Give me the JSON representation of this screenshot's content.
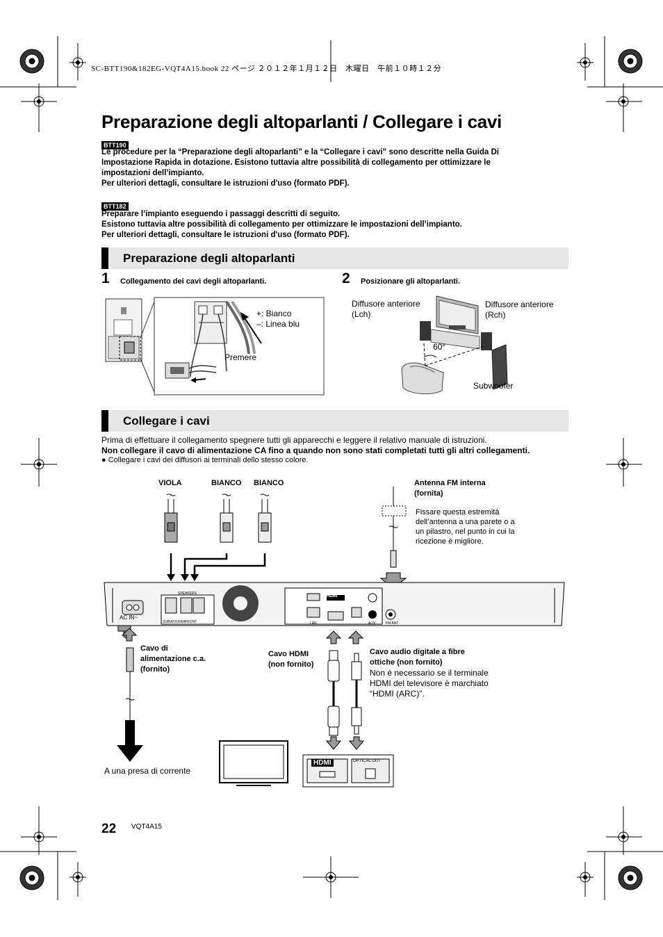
{
  "header": {
    "file_line": "SC-BTT190&182EG-VQT4A15.book  22 ページ  ２０１２年１月１２日　木曜日　午前１０時１２分"
  },
  "title": "Preparazione degli altoparlanti / Collegare i cavi",
  "btt190": {
    "badge": "BTT190",
    "lines": [
      "Le procedure per la “Preparazione degli altoparlanti” e la “Collegare i cavi” sono descritte nella Guida Di",
      "Impostazione Rapida in dotazione. Esistono tuttavia altre possibilità di collegamento per ottimizzare le",
      "impostazioni dell’impianto.",
      "Per ulteriori dettagli, consultare le istruzioni d'uso (formato PDF)."
    ]
  },
  "btt182": {
    "badge": "BTT182",
    "lines": [
      "Preparare l’impianto eseguendo i passaggi descritti di seguito.",
      "Esistono tuttavia altre possibilità di collegamento per ottimizzare le impostazioni dell’impianto.",
      "Per ulteriori dettagli, consultare le istruzioni d'uso (formato PDF)."
    ]
  },
  "section1": {
    "title": "Preparazione degli altoparlanti",
    "step1": {
      "num": "1",
      "text": "Collegamento dei cavi degli altoparlanti."
    },
    "step2": {
      "num": "2",
      "text": "Posizionare gli altoparlanti."
    },
    "diagram1": {
      "plus_label": "+: Bianco",
      "minus_label": "–: Linea blu",
      "press_label": "Premere"
    },
    "diagram2": {
      "front_left": [
        "Diffusore anteriore",
        "(Lch)"
      ],
      "front_right": [
        "Diffusore anteriore",
        "(Rch)"
      ],
      "angle": "60°",
      "subwoofer": "Subwoofer"
    }
  },
  "section2": {
    "title": "Collegare i cavi",
    "intro": "Prima di effettuare il collegamento spegnere tutti gli apparecchi e leggere il relativo manuale di istruzioni.",
    "warning": "Non collegare il cavo di alimentazione CA fino a quando non sono stati completati tutti gli altri collegamenti.",
    "bullet": "Collegare i cavi dei diffusori ai terminali dello stesso colore.",
    "diagram": {
      "viola": "VIOLA",
      "bianco1": "BIANCO",
      "bianco2": "BIANCO",
      "antenna_title": [
        "Antenna FM interna",
        "(fornita)"
      ],
      "antenna_note": [
        "Fissare questa estremità",
        "dell’antenna a una parete o a",
        "un pilastro, nel punto in cui la",
        "ricezione è migliore."
      ],
      "power_cable": [
        "Cavo di",
        "alimentazione c.a.",
        "(fornito)"
      ],
      "hdmi_cable": [
        "Cavo HDMI",
        "(non fornito)"
      ],
      "optical_cable": [
        "Cavo audio digitale a fibre",
        "ottiche (non fornito)"
      ],
      "optical_note": [
        "Non è necessario se il terminale",
        "HDMI del televisore è marchiato",
        "“HDMI (ARC)”."
      ],
      "outlet": "A una presa di corrente",
      "ac_in": "AC IN~",
      "speakers_panel": "SPEAKERS",
      "sub_label": "SUBWOOFER",
      "front_label": "FRONT",
      "hdmi_logo": "HDMI",
      "optical_out": "OPTICAL OUT",
      "lan": "LAN",
      "aux": "AUX",
      "fm_ant": "FM ANT"
    }
  },
  "footer": {
    "page": "22",
    "code": "VQT4A15"
  }
}
